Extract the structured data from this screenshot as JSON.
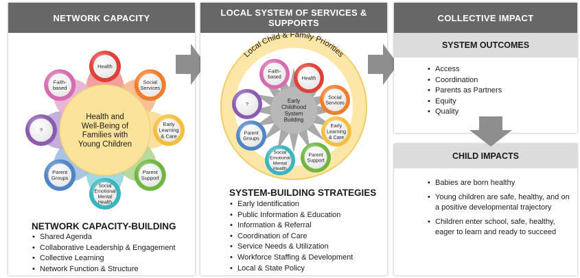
{
  "colors": {
    "header_bg": "#676767",
    "arrow_gray": "#8e8e8e",
    "center_yellow": "#fbe49a",
    "health_red": "#e0403a",
    "social_orange": "#f07d2c",
    "early_gold": "#f5bf3d",
    "parent_support_green": "#6fb53f",
    "social_emotional_teal": "#3ab4bf",
    "parent_groups_blue": "#4f86c6",
    "unknown_purple": "#8b5bb0",
    "faith_pink": "#d66bb0"
  },
  "panel1": {
    "header": "NETWORK CAPACITY",
    "center": [
      "Health and",
      "Well-Being of",
      "Families with",
      "Young Children"
    ],
    "nodes": {
      "health": [
        "Health"
      ],
      "social": [
        "Social",
        "Services"
      ],
      "early": [
        "Early",
        "Learning",
        "& Care"
      ],
      "parent_support": [
        "Parent",
        "Support"
      ],
      "social_emotional": [
        "Social",
        "Emotional",
        "Mental",
        "Health"
      ],
      "parent_groups": [
        "Parent",
        "Groups"
      ],
      "unknown": [
        "?"
      ],
      "faith": [
        "Faith-",
        "based"
      ]
    },
    "title": "NETWORK CAPACITY-BUILDING",
    "items": [
      "Shared Agenda",
      "Collaborative Leadership & Engagement",
      "Collective Learning",
      "Network Function & Structure"
    ]
  },
  "panel2": {
    "header": "LOCAL SYSTEM OF SERVICES & SUPPORTS",
    "ring_label": "Local Child & Family Priorities",
    "center": [
      "Early",
      "Childhood",
      "System",
      "Building"
    ],
    "nodes": {
      "health": [
        "Health"
      ],
      "social": [
        "Social",
        "Services"
      ],
      "early": [
        "Early",
        "Learning",
        "& Care"
      ],
      "parent_support": [
        "Parent",
        "Support"
      ],
      "social_emotional": [
        "Social",
        "Emotional",
        "Mental",
        "Health"
      ],
      "parent_groups": [
        "Parent",
        "Groups"
      ],
      "unknown": [
        "?"
      ],
      "faith": [
        "Faith-",
        "based"
      ]
    },
    "title": "SYSTEM-BUILDING STRATEGIES",
    "items": [
      "Early Identification",
      "Public Information & Education",
      "Information & Referral",
      "Coordination of Care",
      "Service Needs & Utilization",
      "Workforce Staffing & Development",
      "Local & State Policy"
    ]
  },
  "panel3": {
    "header": "COLLECTIVE IMPACT",
    "outcomes_title": "SYSTEM OUTCOMES",
    "outcomes": [
      "Access",
      "Coordination",
      "Parents as Partners",
      "Equity",
      "Quality"
    ],
    "impacts_title": "CHILD IMPACTS",
    "impacts": [
      "Babies are born healthy",
      "Young children are safe, healthy, and on a positive developmental trajectory",
      "Children enter school, safe, healthy, eager to learn and ready to succeed"
    ]
  }
}
